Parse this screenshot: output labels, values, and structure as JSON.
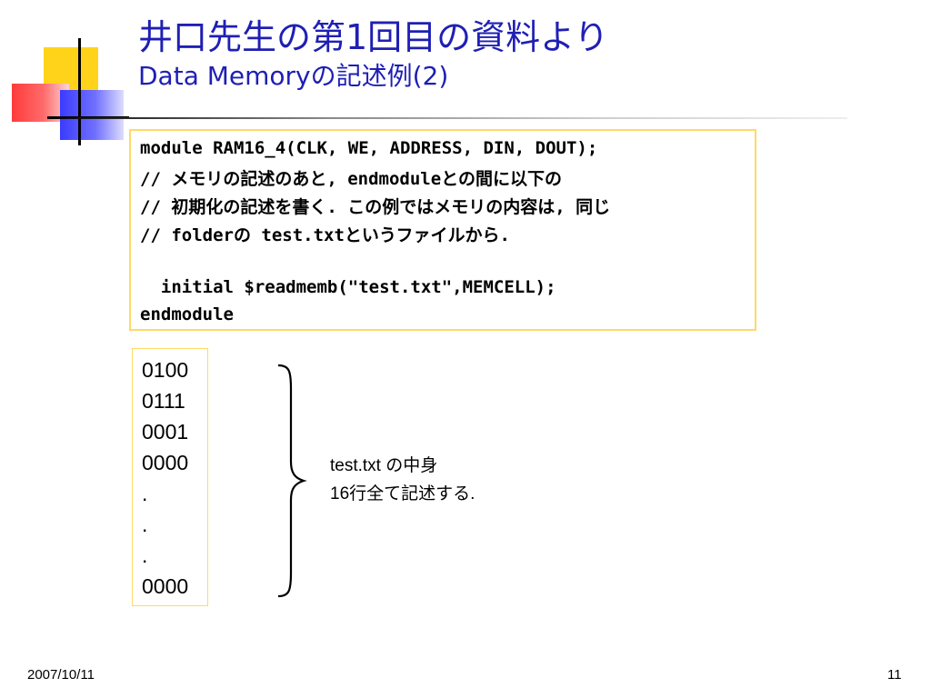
{
  "title": {
    "line1": "井口先生の第1回目の資料より",
    "line2": "Data Memoryの記述例(2)"
  },
  "code": {
    "lines": [
      "module RAM16_4(CLK, WE, ADDRESS, DIN, DOUT);",
      "// メモリの記述のあと, endmoduleとの間に以下の",
      "// 初期化の記述を書く. この例ではメモリの内容は, 同じ",
      "// folderの test.txtというファイルから.",
      "",
      "  initial $readmemb(\"test.txt\",MEMCELL);",
      "endmodule"
    ]
  },
  "memory": {
    "values": [
      "0100",
      "0111",
      "0001",
      "0000",
      ".",
      ".",
      ".",
      "0000"
    ]
  },
  "description": {
    "line1": "test.txt の中身",
    "line2": "16行全て記述する."
  },
  "footer": {
    "date": "2007/10/11",
    "page": "11"
  },
  "colors": {
    "title": "#1f1fb4",
    "box_border": "#ffd966",
    "logo_yellow": "#ffd31a",
    "logo_red": "#ff3b3b",
    "logo_blue": "#3b3bff"
  }
}
